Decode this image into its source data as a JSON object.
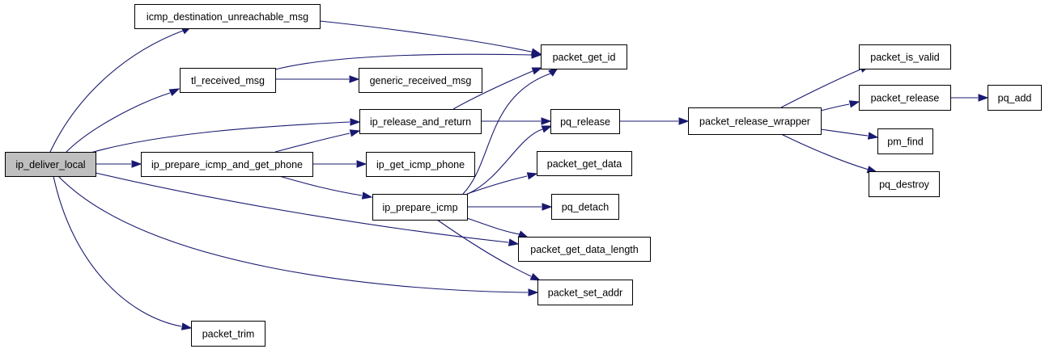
{
  "graph": {
    "colors": {
      "edge": "#191970",
      "node_border": "#000000",
      "node_fill": "#ffffff",
      "root_fill": "#bfbfbf"
    },
    "root": "ip_deliver_local",
    "nodes": [
      {
        "id": "ip_deliver_local",
        "label": "ip_deliver_local"
      },
      {
        "id": "icmp_destination_unreachable_msg",
        "label": "icmp_destination_unreachable_msg"
      },
      {
        "id": "tl_received_msg",
        "label": "tl_received_msg"
      },
      {
        "id": "generic_received_msg",
        "label": "generic_received_msg"
      },
      {
        "id": "ip_release_and_return",
        "label": "ip_release_and_return"
      },
      {
        "id": "ip_prepare_icmp_and_get_phone",
        "label": "ip_prepare_icmp_and_get_phone"
      },
      {
        "id": "ip_get_icmp_phone",
        "label": "ip_get_icmp_phone"
      },
      {
        "id": "ip_prepare_icmp",
        "label": "ip_prepare_icmp"
      },
      {
        "id": "packet_get_id",
        "label": "packet_get_id"
      },
      {
        "id": "pq_release",
        "label": "pq_release"
      },
      {
        "id": "packet_get_data",
        "label": "packet_get_data"
      },
      {
        "id": "pq_detach",
        "label": "pq_detach"
      },
      {
        "id": "packet_get_data_length",
        "label": "packet_get_data_length"
      },
      {
        "id": "packet_set_addr",
        "label": "packet_set_addr"
      },
      {
        "id": "packet_trim",
        "label": "packet_trim"
      },
      {
        "id": "packet_release_wrapper",
        "label": "packet_release_wrapper"
      },
      {
        "id": "packet_is_valid",
        "label": "packet_is_valid"
      },
      {
        "id": "packet_release",
        "label": "packet_release"
      },
      {
        "id": "pq_add",
        "label": "pq_add"
      },
      {
        "id": "pm_find",
        "label": "pm_find"
      },
      {
        "id": "pq_destroy",
        "label": "pq_destroy"
      }
    ],
    "edges": [
      {
        "from": "ip_deliver_local",
        "to": "icmp_destination_unreachable_msg"
      },
      {
        "from": "ip_deliver_local",
        "to": "tl_received_msg"
      },
      {
        "from": "ip_deliver_local",
        "to": "ip_release_and_return"
      },
      {
        "from": "ip_deliver_local",
        "to": "ip_prepare_icmp_and_get_phone"
      },
      {
        "from": "ip_deliver_local",
        "to": "packet_get_data_length"
      },
      {
        "from": "ip_deliver_local",
        "to": "packet_set_addr"
      },
      {
        "from": "ip_deliver_local",
        "to": "packet_trim"
      },
      {
        "from": "icmp_destination_unreachable_msg",
        "to": "packet_get_id"
      },
      {
        "from": "tl_received_msg",
        "to": "packet_get_id"
      },
      {
        "from": "tl_received_msg",
        "to": "generic_received_msg"
      },
      {
        "from": "ip_release_and_return",
        "to": "packet_get_id"
      },
      {
        "from": "ip_release_and_return",
        "to": "pq_release"
      },
      {
        "from": "ip_prepare_icmp_and_get_phone",
        "to": "ip_release_and_return"
      },
      {
        "from": "ip_prepare_icmp_and_get_phone",
        "to": "ip_get_icmp_phone"
      },
      {
        "from": "ip_prepare_icmp_and_get_phone",
        "to": "ip_prepare_icmp"
      },
      {
        "from": "ip_prepare_icmp",
        "to": "packet_get_id"
      },
      {
        "from": "ip_prepare_icmp",
        "to": "pq_release"
      },
      {
        "from": "ip_prepare_icmp",
        "to": "packet_get_data"
      },
      {
        "from": "ip_prepare_icmp",
        "to": "pq_detach"
      },
      {
        "from": "ip_prepare_icmp",
        "to": "packet_get_data_length"
      },
      {
        "from": "ip_prepare_icmp",
        "to": "packet_set_addr"
      },
      {
        "from": "pq_release",
        "to": "packet_release_wrapper"
      },
      {
        "from": "packet_release_wrapper",
        "to": "packet_is_valid"
      },
      {
        "from": "packet_release_wrapper",
        "to": "packet_release"
      },
      {
        "from": "packet_release_wrapper",
        "to": "pm_find"
      },
      {
        "from": "packet_release_wrapper",
        "to": "pq_destroy"
      },
      {
        "from": "packet_release",
        "to": "pq_add"
      }
    ]
  }
}
